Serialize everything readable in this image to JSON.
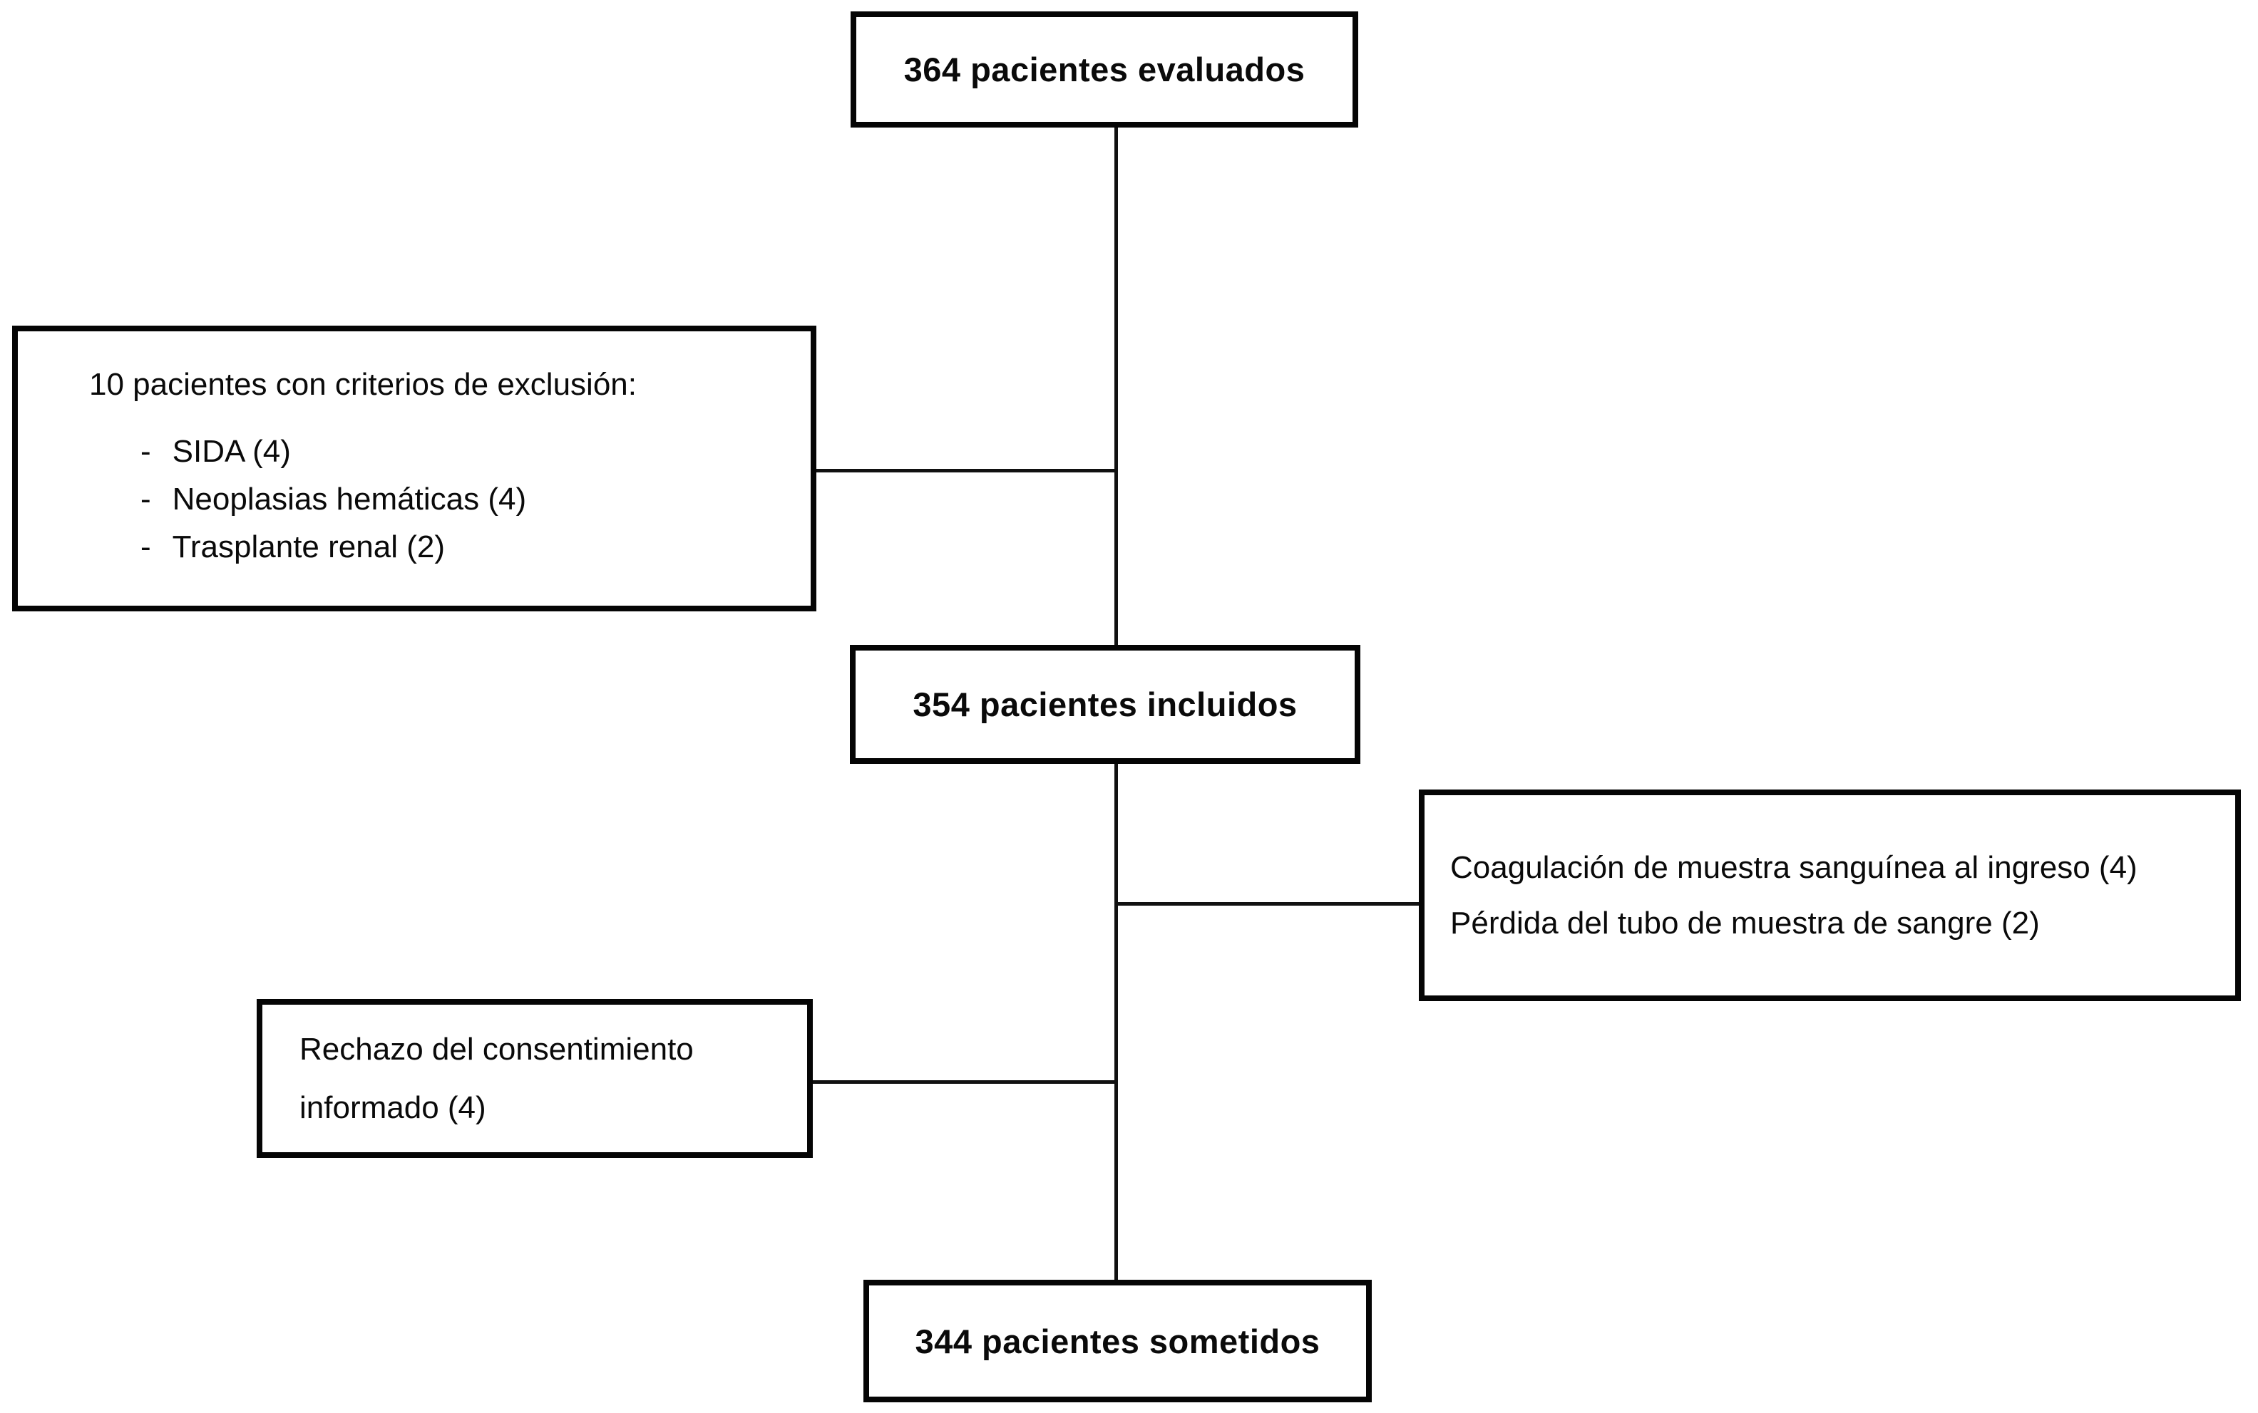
{
  "diagram": {
    "background_color": "#ffffff",
    "line_color": "#111111",
    "nodes": {
      "evaluated": {
        "label": "364 pacientes evaluados"
      },
      "exclusion": {
        "title": "10 pacientes con criterios de exclusión:",
        "bullet": "-",
        "items": [
          {
            "label": "SIDA (4)"
          },
          {
            "label": "Neoplasias hemáticas (4)"
          },
          {
            "label": "Trasplante renal (2)"
          }
        ]
      },
      "included": {
        "label": "354 pacientes incluidos"
      },
      "sample_loss": {
        "lines": [
          "Coagulación de muestra sanguínea al ingreso (4)",
          "Pérdida del tubo de muestra de sangre (2)"
        ]
      },
      "consent_refusal": {
        "lines": [
          "Rechazo del consentimiento",
          "informado (4)"
        ]
      },
      "final": {
        "label": "344 pacientes sometidos"
      }
    }
  }
}
